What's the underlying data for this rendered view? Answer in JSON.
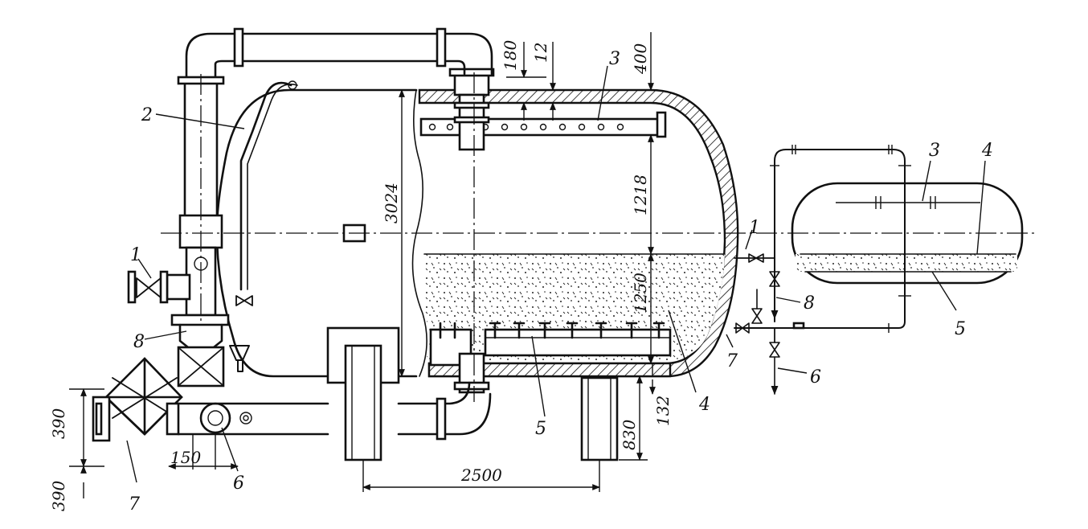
{
  "labels": {
    "n1_left": "1",
    "n2": "2",
    "n3_top": "3",
    "n8_left": "8",
    "n7_left": "7",
    "n6_bottom": "6",
    "n5_bottom": "5",
    "n4_bottom": "4",
    "n1_right": "1",
    "n8_right": "8",
    "n7_right": "7",
    "n6_right": "6",
    "n3_small": "3",
    "n4_small": "4",
    "n5_small": "5"
  },
  "dimensions": {
    "d180": "180",
    "d12": "12",
    "d400": "400",
    "d3024": "3024",
    "d1218": "1218",
    "d1250": "1250",
    "d830": "830",
    "d132": "132",
    "d2500": "2500",
    "d150": "150",
    "d390_top": "390",
    "d390_bottom": "390"
  }
}
